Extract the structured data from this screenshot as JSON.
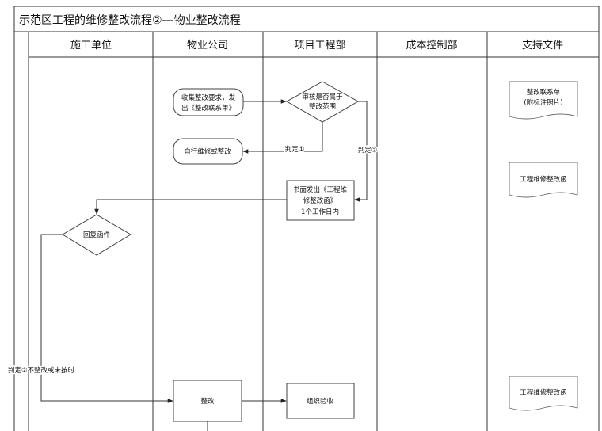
{
  "title": "示范区工程的维修整改流程②---物业整改流程",
  "lanes": [
    "施工单位",
    "物业公司",
    "项目工程部",
    "成本控制部",
    "支持文件"
  ],
  "nodes": {
    "collect": [
      "收集整改要求，发",
      "出《整改联系单》"
    ],
    "check": [
      "审核是否属于",
      "整改范围"
    ],
    "self_repair": [
      "自行维修或整改"
    ],
    "issue_letter": [
      "书面发出《工程维",
      "修整改函》",
      "1个工作日内"
    ],
    "reply": [
      "回复函件"
    ],
    "rectify": [
      "整改"
    ],
    "accept": [
      "组织验收"
    ]
  },
  "edge_labels": {
    "judge1": "判定①",
    "judge2": "判定②",
    "judge2_reject": "判定②不整改或未按时"
  },
  "documents": {
    "doc1": [
      "整改联系单",
      "(附标注照片)"
    ],
    "doc2": [
      "工程维修整改函"
    ],
    "doc3": [
      "工程维修整改函"
    ]
  }
}
